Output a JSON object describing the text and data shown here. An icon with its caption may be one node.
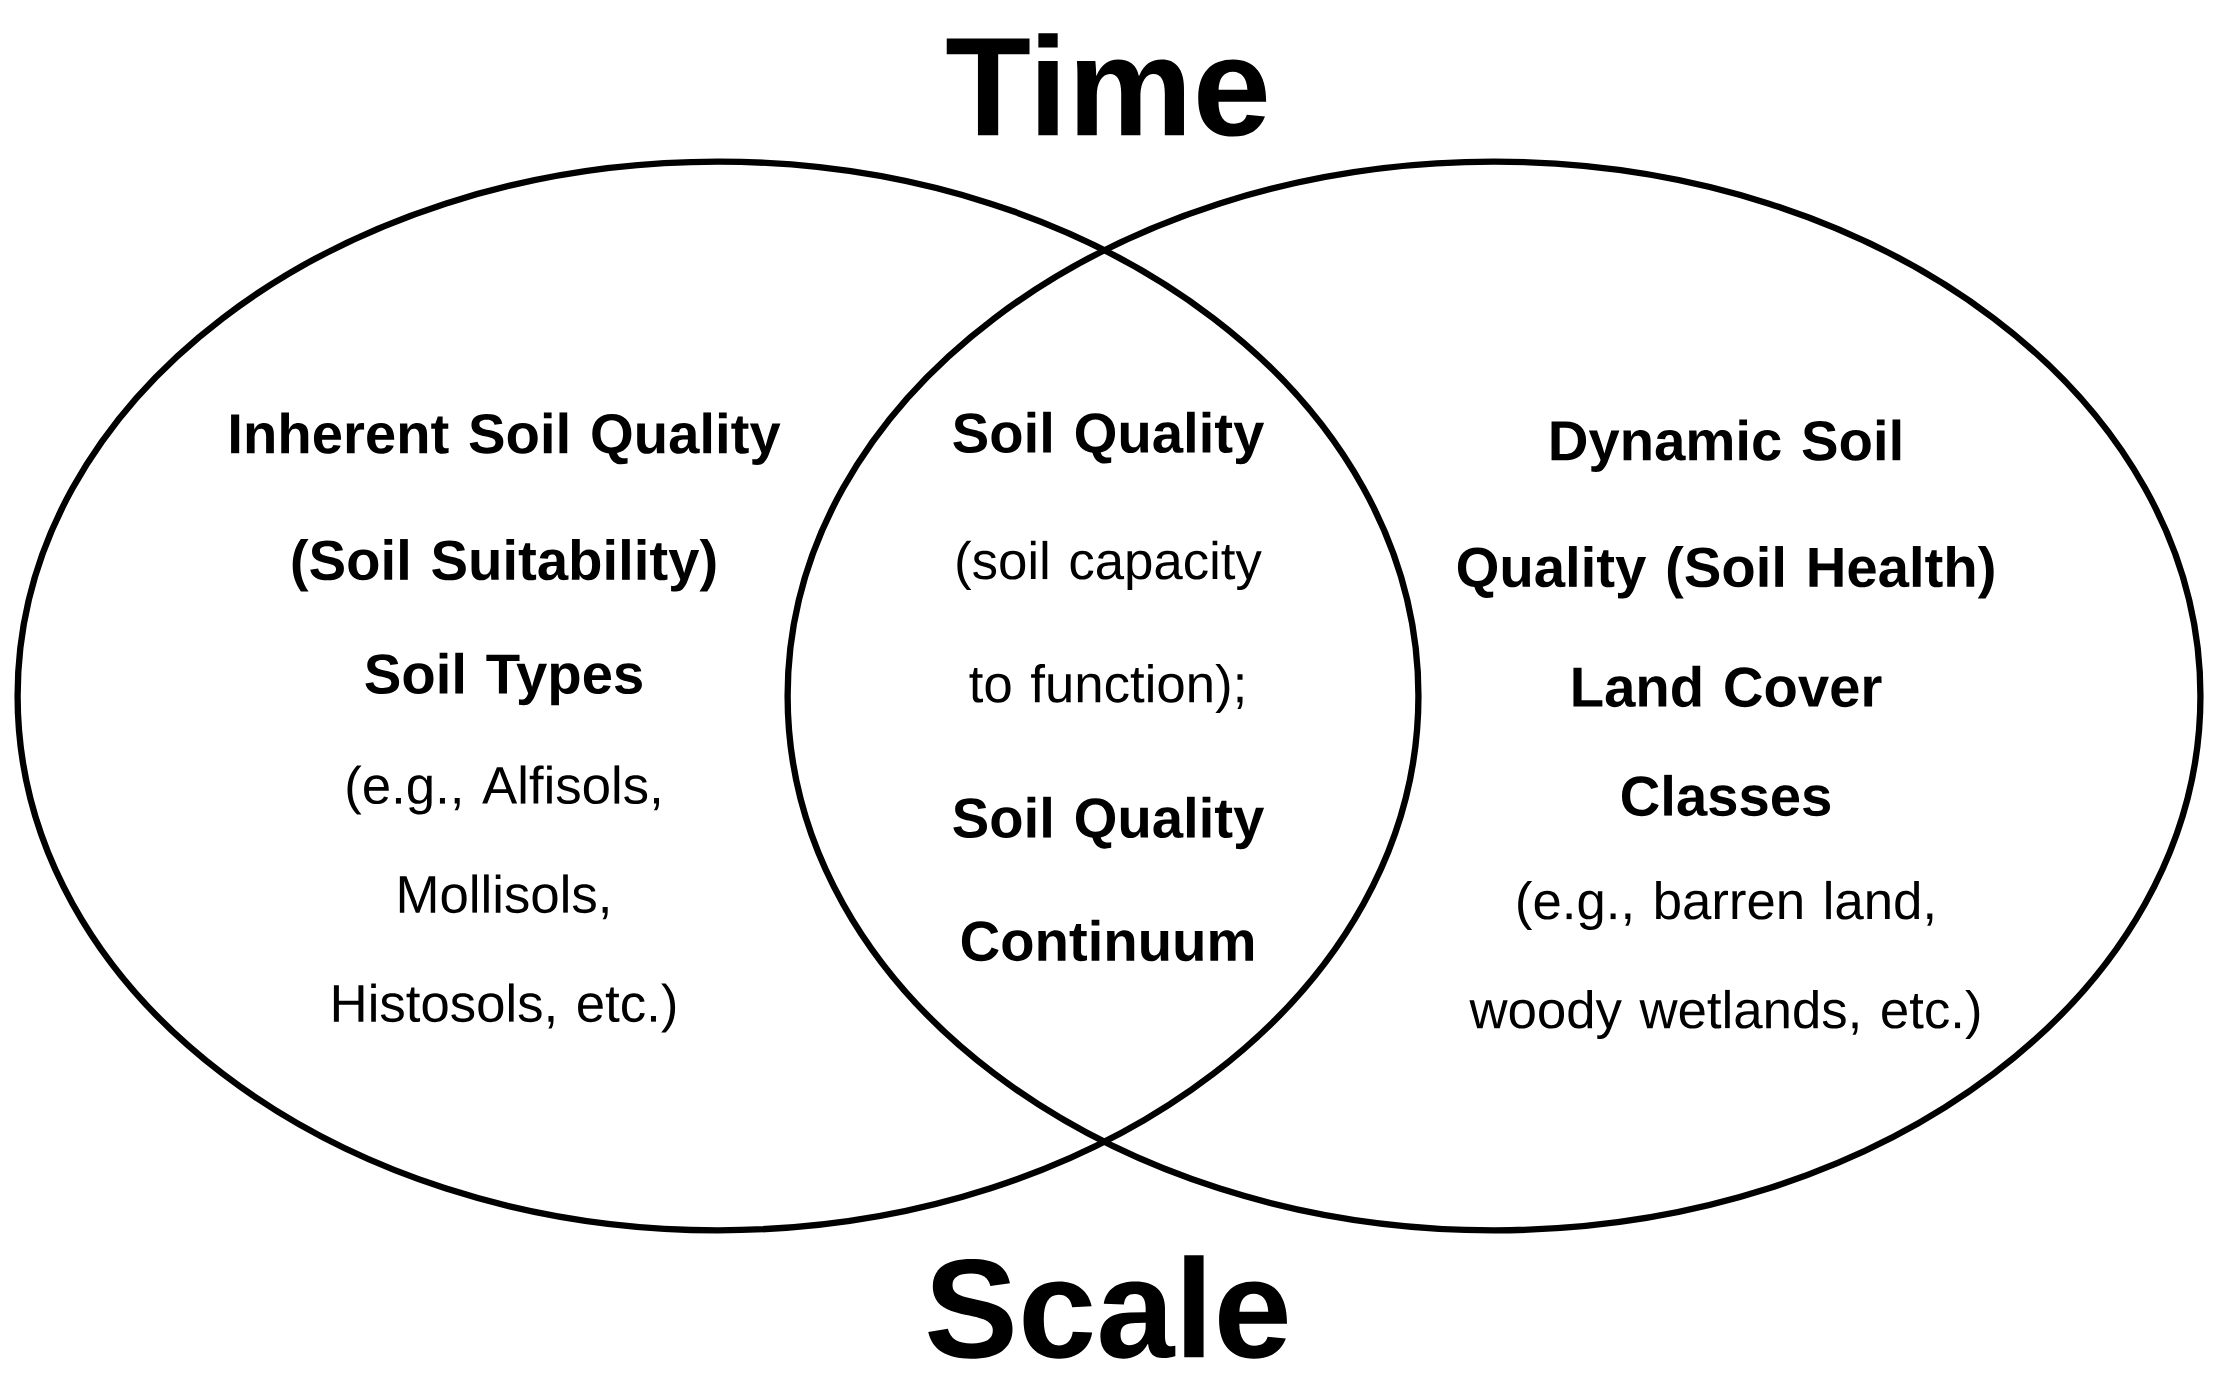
{
  "diagram": {
    "nodes": [
      {
        "text": [
          "Inherent Soil Quality (Soil Suitability)",
          "Soil Types",
          "(e.g., Alfisols, Mollisols, Histosols, etc.)"
        ]
      },
      {
        "text": [
          "Dynamic Soil Quality (Soil Health)",
          "Land Cover Classes",
          "(e.g., barren land, woody wetlands, etc.)"
        ]
      }
    ],
    "labels": [
      "Time",
      "Soil Quality",
      "(soil capacity to function);",
      "Soil Quality Continuum",
      "Scale"
    ]
  }
}
